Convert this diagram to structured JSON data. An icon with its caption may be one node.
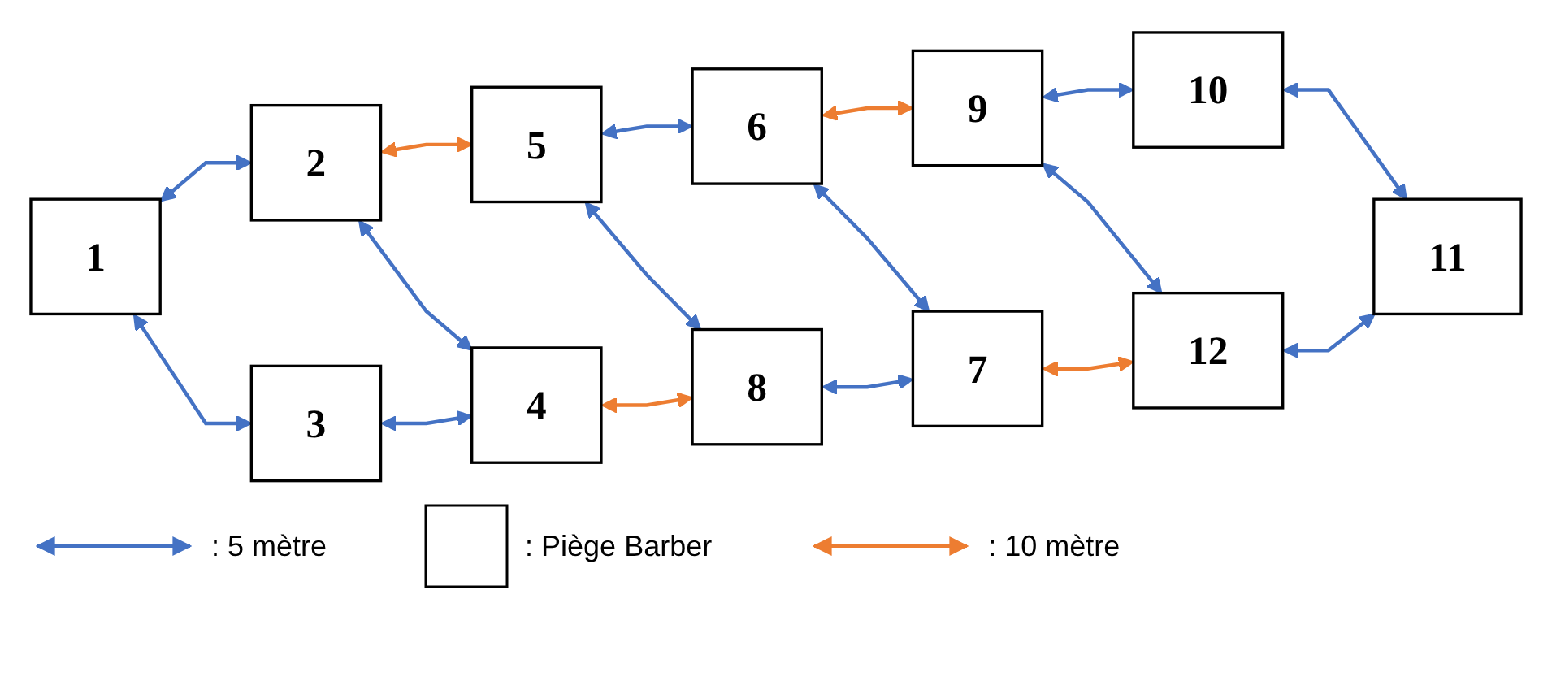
{
  "diagram": {
    "nodes": [
      {
        "text": [
          "1"
        ]
      },
      {
        "text": [
          "2"
        ]
      },
      {
        "text": [
          "5"
        ]
      },
      {
        "text": [
          "6"
        ]
      },
      {
        "text": [
          "9"
        ]
      },
      {
        "text": [
          "10"
        ]
      },
      {
        "text": [
          "3"
        ]
      },
      {
        "text": [
          "4"
        ]
      },
      {
        "text": [
          "8"
        ]
      },
      {
        "text": [
          "7"
        ]
      },
      {
        "text": [
          "12"
        ]
      },
      {
        "text": [
          "11"
        ]
      }
    ],
    "edges": [
      {
        "from": 0,
        "to": 1,
        "arrow": "both"
      },
      {
        "from": 1,
        "to": 2,
        "arrow": "both",
        "color": "#ed7d31"
      },
      {
        "from": 2,
        "to": 3,
        "arrow": "both"
      },
      {
        "from": 3,
        "to": 4,
        "arrow": "both",
        "color": "#ed7d31"
      },
      {
        "from": 4,
        "to": 5,
        "arrow": "both"
      },
      {
        "from": 0,
        "to": 6,
        "arrow": "both"
      },
      {
        "from": 1,
        "to": 7,
        "arrow": "both"
      },
      {
        "from": 2,
        "to": 8,
        "arrow": "both"
      },
      {
        "from": 3,
        "to": 9,
        "arrow": "both"
      },
      {
        "from": 4,
        "to": 10,
        "arrow": "both"
      },
      {
        "from": 5,
        "to": 11,
        "arrow": "both"
      },
      {
        "from": 6,
        "to": 7,
        "arrow": "both"
      },
      {
        "from": 7,
        "to": 8,
        "arrow": "both",
        "color": "#ed7d31"
      },
      {
        "from": 8,
        "to": 9,
        "arrow": "both"
      },
      {
        "from": 9,
        "to": 10,
        "arrow": "both",
        "color": "#ed7d31"
      },
      {
        "from": 10,
        "to": 11,
        "arrow": "both"
      }
    ],
    "legend": [
      {
        "text": ": 5 mètre",
        "color": "#4472c4"
      },
      {
        "text": ": Piège Barber"
      },
      {
        "text": ": 10 mètre",
        "color": "#ed7d31"
      }
    ]
  }
}
